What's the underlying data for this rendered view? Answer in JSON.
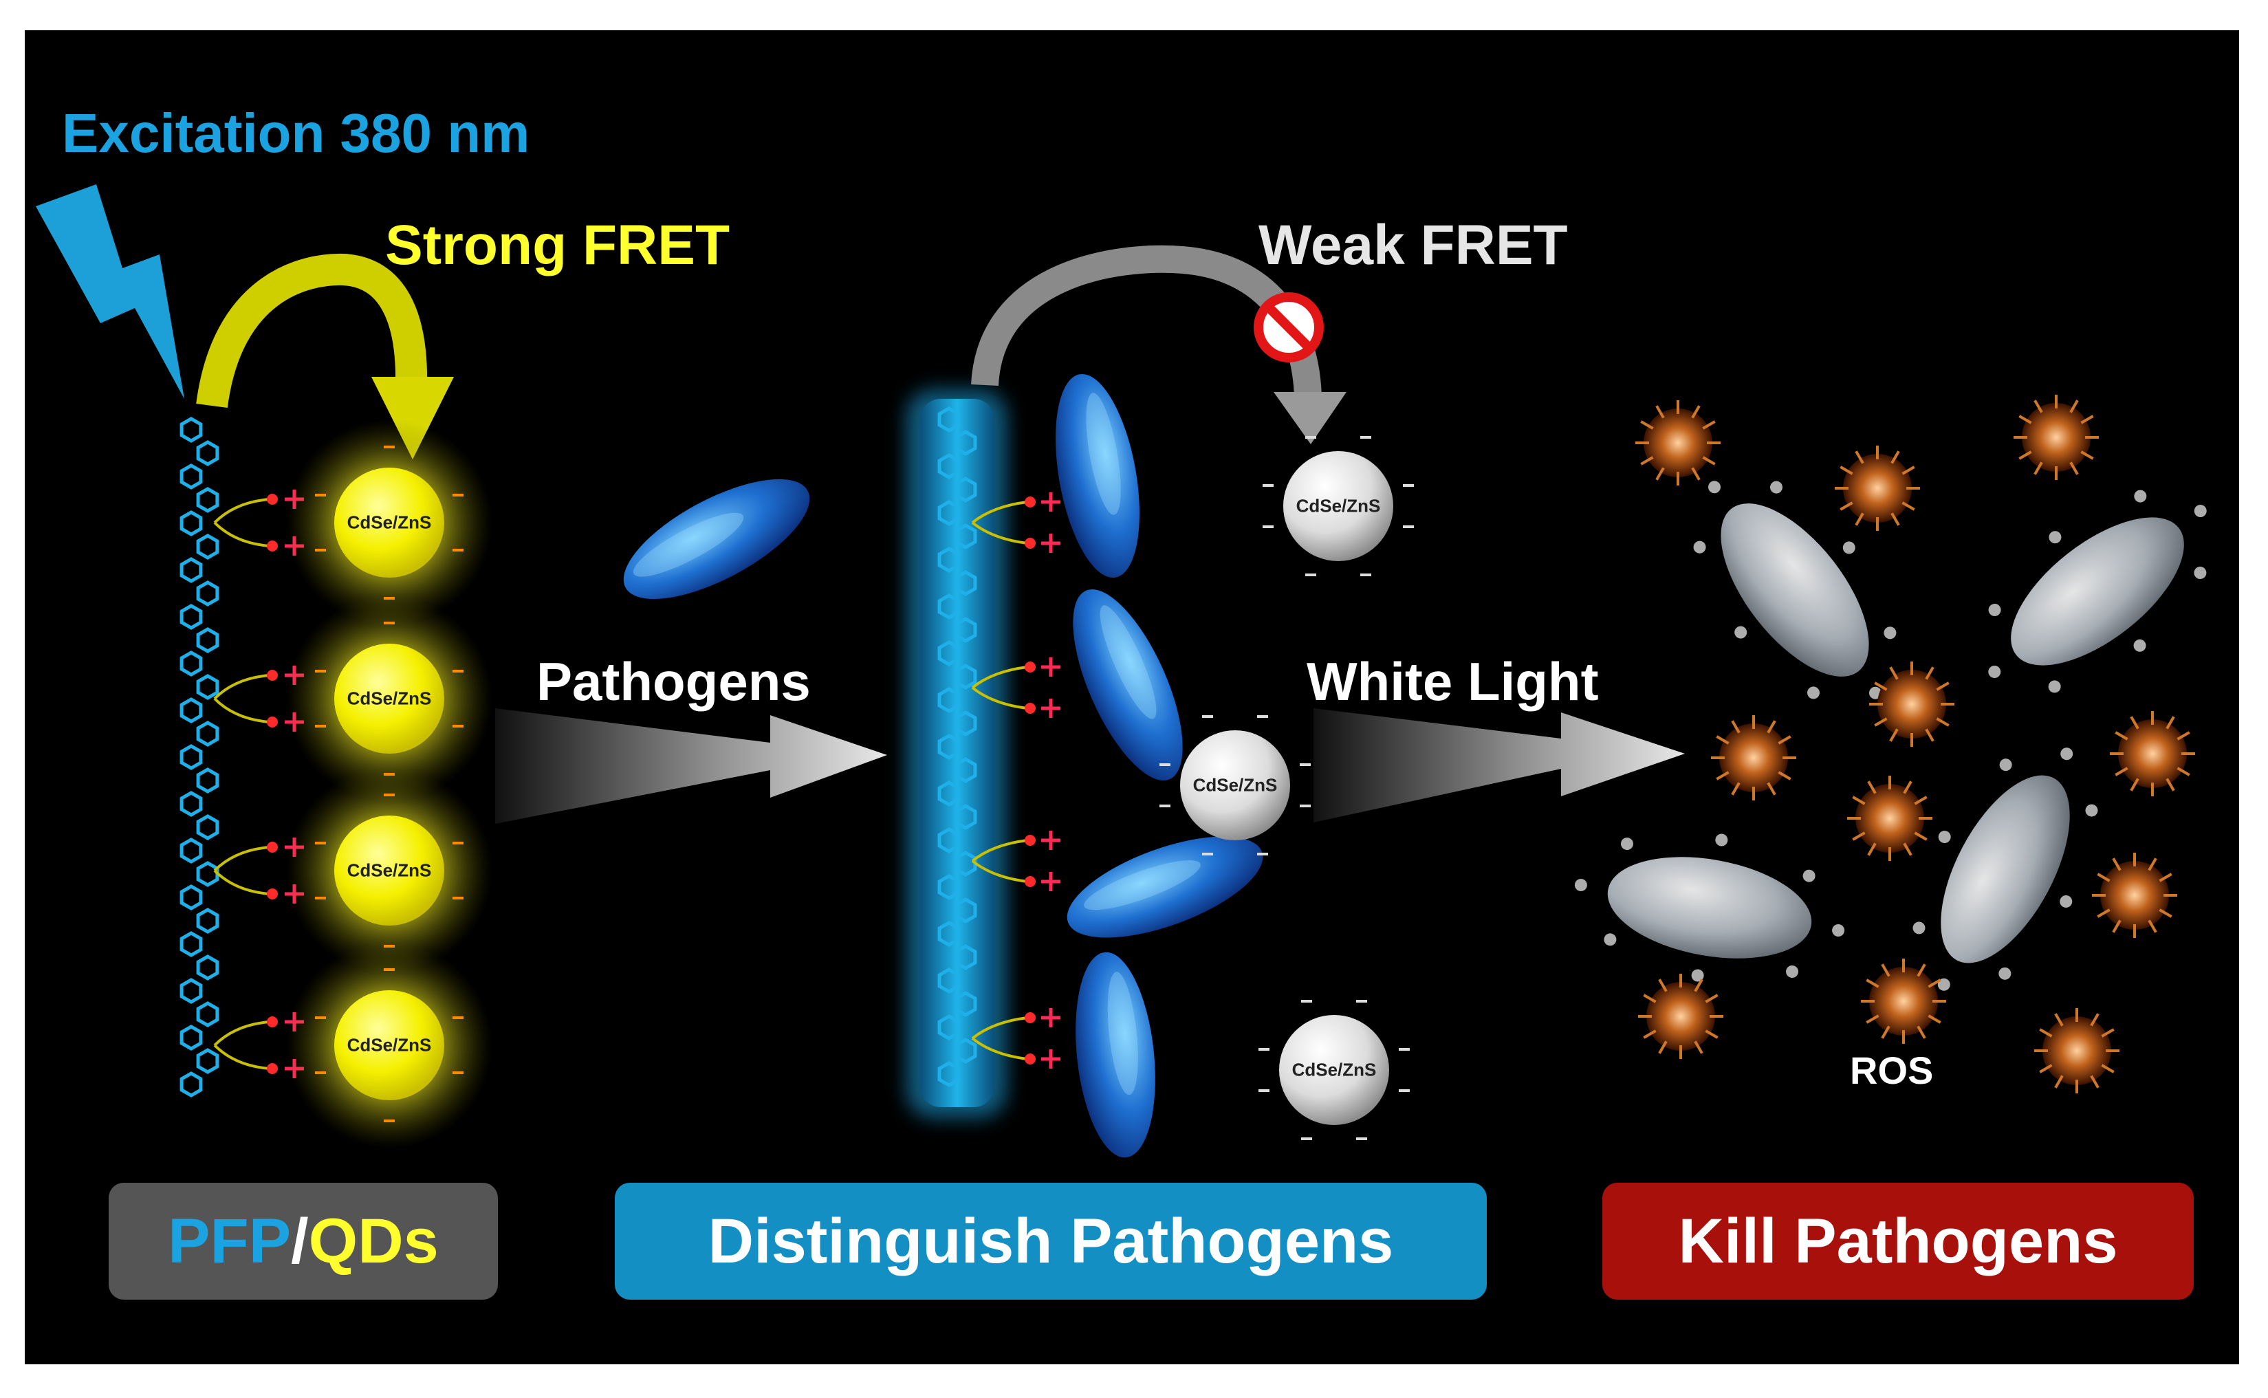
{
  "labels": {
    "excitation": "Excitation 380 nm",
    "strong_fret": "Strong FRET",
    "weak_fret": "Weak FRET",
    "pathogens": "Pathogens",
    "white_light": "White Light",
    "ros": "ROS",
    "qd": "CdSe/ZnS"
  },
  "panels": {
    "pfp": "PFP",
    "slash": "/",
    "qds": "QDs",
    "distinguish": "Distinguish Pathogens",
    "kill": "Kill Pathogens"
  },
  "colors": {
    "background": "#000000",
    "cyan_text": "#1aa3e0",
    "yellow_text": "#ffff2e",
    "panel_gray": "#555555",
    "panel_blue": "#138fc4",
    "panel_red": "#a8100c"
  }
}
